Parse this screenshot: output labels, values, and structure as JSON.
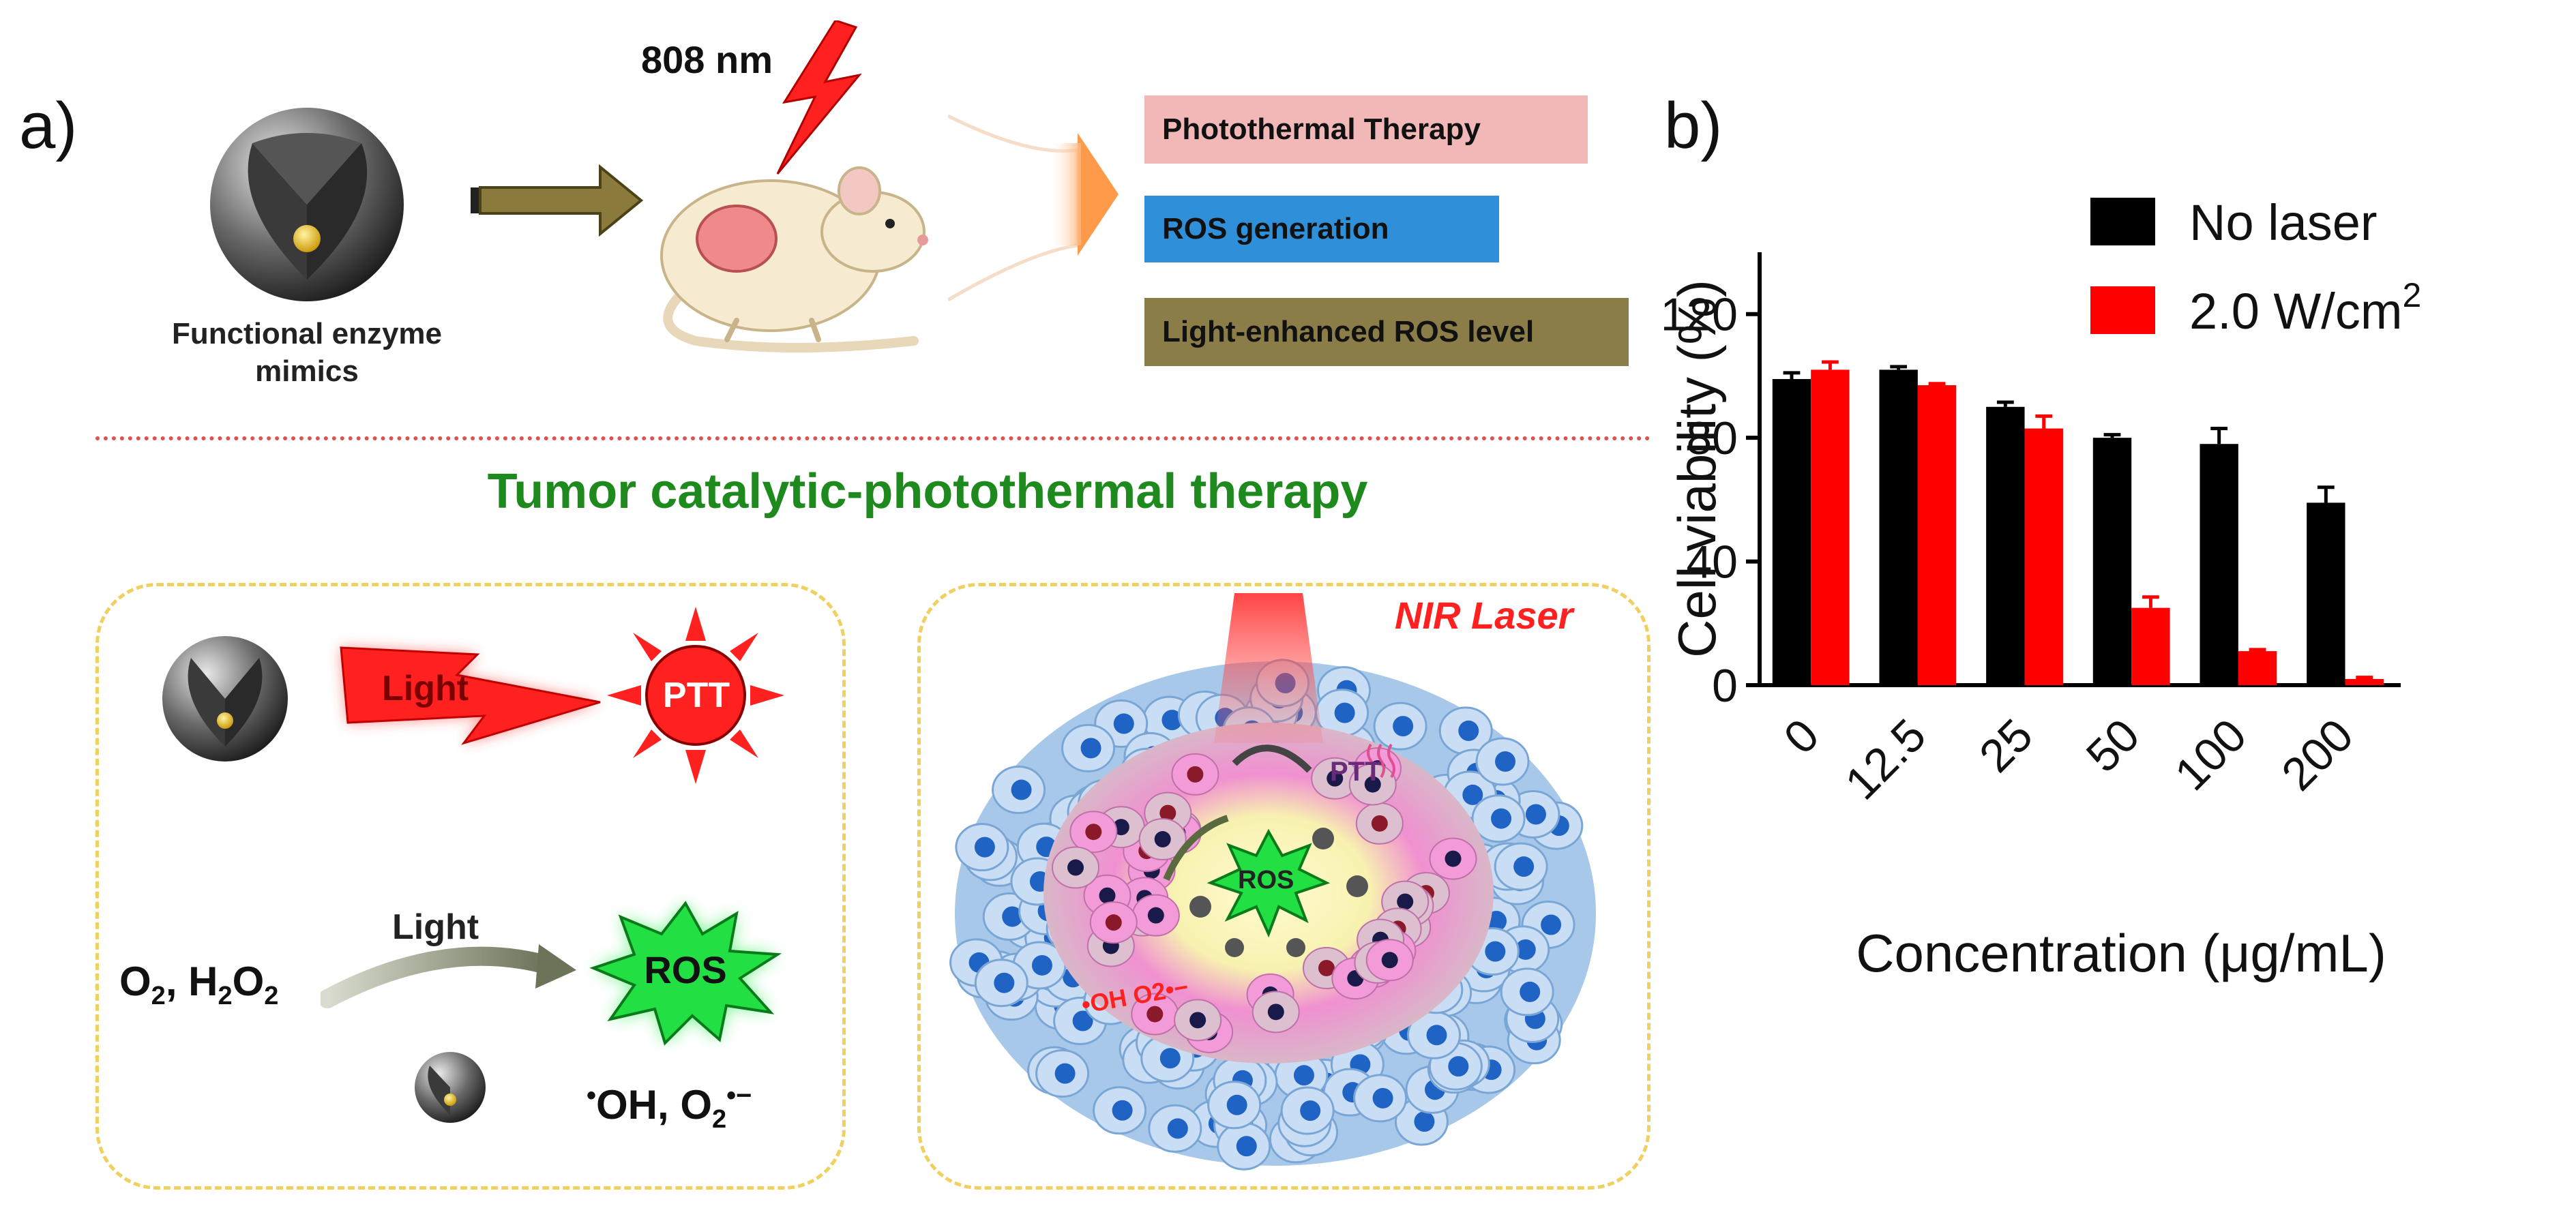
{
  "panel_a": {
    "label": "a)",
    "laser_text": "808 nm",
    "sphere_caption_1": "Functional enzyme",
    "sphere_caption_2": "mimics",
    "outcomes": [
      {
        "text": "Photothermal Therapy",
        "color": "#f2b8b8"
      },
      {
        "text": "ROS generation",
        "color": "#2f8fd8"
      },
      {
        "text": "Light-enhanced ROS level",
        "color": "#8b7d48"
      }
    ],
    "title": "Tumor catalytic-photothermal therapy",
    "title_color": "#1e8a1e",
    "light_label": "Light",
    "ptt_label": "PTT",
    "reactants": "O2, H2O2",
    "arrow_light_label": "Light",
    "ros_label": "ROS",
    "products": "•OH, O2•−",
    "nir_label": "NIR Laser",
    "tumor_ros_label": "ROS",
    "tumor_ptt_label": "PTT",
    "tumor_species_label": "•OH O2•−"
  },
  "panel_b": {
    "label": "b)"
  },
  "chart_data": {
    "type": "bar",
    "categories": [
      "0",
      "12.5",
      "25",
      "50",
      "100",
      "200"
    ],
    "series": [
      {
        "name": "No laser",
        "color": "#000000",
        "values": [
          99,
          102,
          90,
          80,
          78,
          59
        ],
        "errors": [
          2,
          1,
          1.5,
          1,
          5,
          5
        ]
      },
      {
        "name": "2.0 W/cm2",
        "color": "#ff0000",
        "values": [
          102,
          97,
          83,
          25,
          11,
          2
        ],
        "errors": [
          2.5,
          0.5,
          4,
          3.5,
          0.5,
          0.5
        ]
      }
    ],
    "xlabel": "Concentration (μg/mL)",
    "ylabel": "Cell viability (%)",
    "ylim": [
      0,
      140
    ],
    "yticks": [
      0,
      40,
      80,
      120
    ]
  }
}
